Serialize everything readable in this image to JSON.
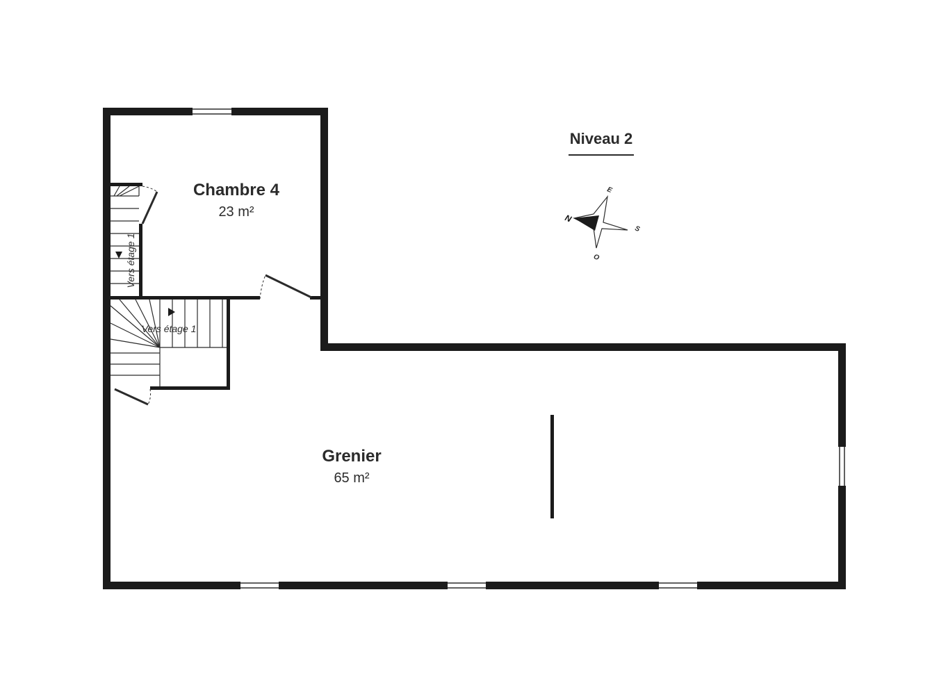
{
  "level": {
    "title": "Niveau 2"
  },
  "rooms": [
    {
      "name": "Chambre 4",
      "area": "23 m²"
    },
    {
      "name": "Grenier",
      "area": "65 m²"
    }
  ],
  "stairs": [
    {
      "label": "Vers étage 1"
    },
    {
      "label": "Vers étage 1"
    }
  ],
  "compass": {
    "north": "N",
    "east": "E",
    "south": "S",
    "west": "O"
  },
  "colors": {
    "wall": "#1b1b1b",
    "line": "#2b2b2b",
    "background": "#ffffff"
  }
}
